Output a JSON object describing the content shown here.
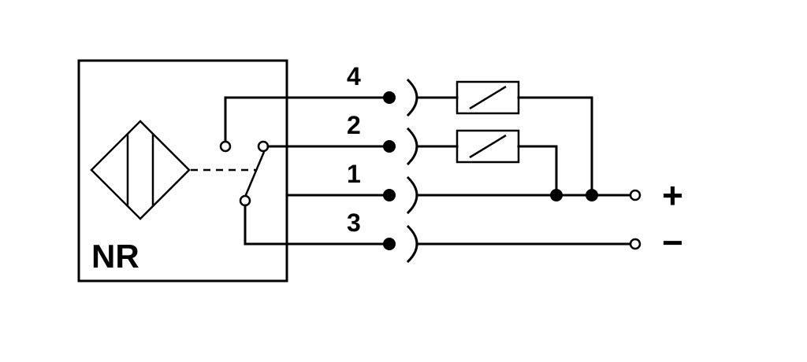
{
  "sensor": {
    "label": "NR"
  },
  "pins": {
    "pin_4": "4",
    "pin_2": "2",
    "pin_1": "1",
    "pin_3": "3"
  },
  "supply": {
    "positive": "+",
    "negative": "−"
  }
}
